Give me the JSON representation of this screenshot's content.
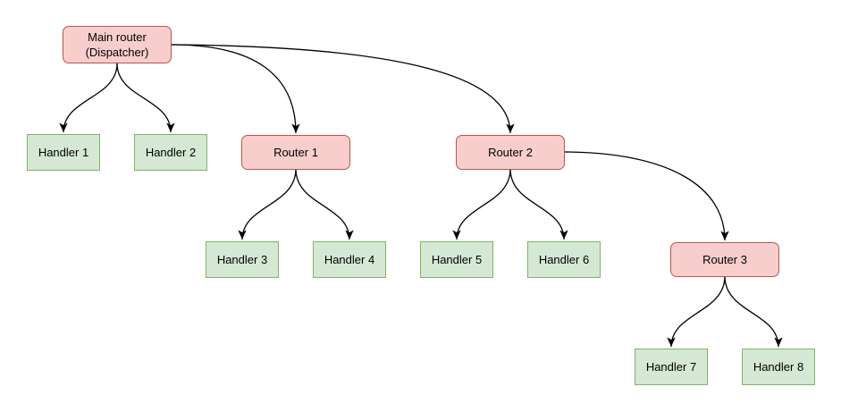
{
  "diagram": {
    "type": "tree-flowchart",
    "description": "Router dispatch hierarchy diagram",
    "nodes": [
      {
        "id": "main-router",
        "label": "Main router\n(Dispatcher)",
        "type": "router"
      },
      {
        "id": "handler-1",
        "label": "Handler 1",
        "type": "handler"
      },
      {
        "id": "handler-2",
        "label": "Handler 2",
        "type": "handler"
      },
      {
        "id": "router-1",
        "label": "Router 1",
        "type": "router"
      },
      {
        "id": "router-2",
        "label": "Router 2",
        "type": "router"
      },
      {
        "id": "handler-3",
        "label": "Handler 3",
        "type": "handler"
      },
      {
        "id": "handler-4",
        "label": "Handler 4",
        "type": "handler"
      },
      {
        "id": "handler-5",
        "label": "Handler 5",
        "type": "handler"
      },
      {
        "id": "handler-6",
        "label": "Handler 6",
        "type": "handler"
      },
      {
        "id": "router-3",
        "label": "Router 3",
        "type": "router"
      },
      {
        "id": "handler-7",
        "label": "Handler 7",
        "type": "handler"
      },
      {
        "id": "handler-8",
        "label": "Handler 8",
        "type": "handler"
      }
    ],
    "edges": [
      {
        "from": "main-router",
        "to": "handler-1"
      },
      {
        "from": "main-router",
        "to": "handler-2"
      },
      {
        "from": "main-router",
        "to": "router-1"
      },
      {
        "from": "main-router",
        "to": "router-2"
      },
      {
        "from": "router-1",
        "to": "handler-3"
      },
      {
        "from": "router-1",
        "to": "handler-4"
      },
      {
        "from": "router-2",
        "to": "handler-5"
      },
      {
        "from": "router-2",
        "to": "handler-6"
      },
      {
        "from": "router-2",
        "to": "router-3"
      },
      {
        "from": "router-3",
        "to": "handler-7"
      },
      {
        "from": "router-3",
        "to": "handler-8"
      }
    ],
    "colors": {
      "router_fill": "#f8cecc",
      "router_border": "#b85450",
      "handler_fill": "#d5e8d4",
      "handler_border": "#82b366",
      "edge": "#000000",
      "text": "#000000",
      "background": "#ffffff"
    }
  }
}
